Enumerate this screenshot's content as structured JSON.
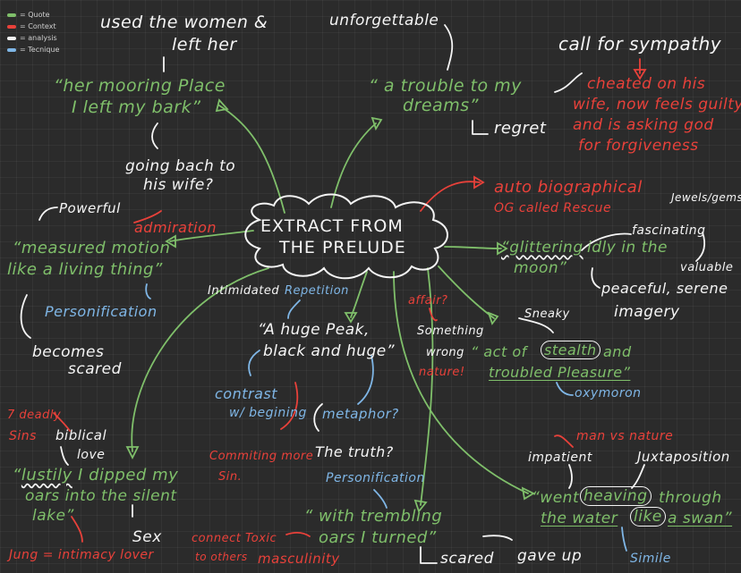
{
  "colors": {
    "quote": "#7fbf6a",
    "context": "#e8413a",
    "analysis": "#f5f5f5",
    "technique": "#7fb6e6",
    "background": "#2b2b2b"
  },
  "legend": {
    "quote": "= Quote",
    "context": "= Context",
    "analysis": "= analysis",
    "technique": "= Tecnique"
  },
  "center": {
    "line1": "EXTRACT FROM",
    "line2": "THE PRELUDE"
  },
  "top_left": {
    "used1": "used the women &",
    "used2": "left her",
    "quote1": "“her mooring Place",
    "quote2": "I left my bark”",
    "going1": "going bach to",
    "going2": "his wife?"
  },
  "top_middle": {
    "unforgettable": "unforgettable",
    "quote1": "“ a trouble to my",
    "quote2": "dreams”",
    "regret": "regret"
  },
  "top_right": {
    "call": "call for sympathy",
    "cheat1": "cheated on his",
    "cheat2": "wife, now feels guilty",
    "cheat3": "and is asking god",
    "cheat4": "for forgiveness"
  },
  "left_mid": {
    "powerful": "Powerful",
    "admiration": "admiration",
    "quote1": "“measured motion",
    "quote2": "like a living thing”",
    "personification": "Personification",
    "scared1": "becomes",
    "scared2": "scared"
  },
  "right_mid": {
    "auto1": "auto biographical",
    "auto2": "OG called Rescue",
    "jewels": "Jewels/gems",
    "fascinating": "fascinating",
    "quote_a": "“glittering",
    "quote_b": "idly in the",
    "quote_c": "moon”",
    "valuable": "valuable",
    "peaceful": "peaceful, serene",
    "imagery": "imagery"
  },
  "middle": {
    "intimidated": "Intimidated",
    "repetition": "Repetition",
    "peak1": "“A huge Peak,",
    "peak2": "black and huge”",
    "contrast1": "contrast",
    "contrast2": "w/ begining",
    "metaphor": "metaphor?",
    "truth": "The truth?"
  },
  "mid_right": {
    "affair": "affair?",
    "something": "Something",
    "wrong": "wrong",
    "nature": "nature!",
    "sneaky": "Sneaky",
    "stealth_pre": "“ act of",
    "stealth": "stealth",
    "stealth_post": "and",
    "troubled": "troubled Pleasure”",
    "oxymoron": "oxymoron"
  },
  "bottom_left": {
    "deadly1": "7 deadly",
    "deadly2": "Sins",
    "biblical": "biblical",
    "love": "love",
    "quote1_a": "“",
    "quote1_b": "lustily",
    "quote1_c": " I dipped my",
    "quote2": "oars into the silent",
    "quote3": "lake”",
    "sex": "Sex",
    "jung": "Jung = intimacy lover",
    "sin1": "Commiting more",
    "sin2": "Sin."
  },
  "bottom_middle": {
    "personification": "Personification",
    "quote1": "“ with trembling",
    "quote2": "oars I turned”",
    "connect1": "connect Toxic",
    "connect2": "to others",
    "masculinity": "masculinity",
    "scared": "scared",
    "gave_up": "gave up"
  },
  "bottom_right": {
    "man_nature": "man vs nature",
    "impatient": "impatient",
    "juxtaposition": "Juxtaposition",
    "quote1_a": "“went",
    "quote1_b": "heaving",
    "quote1_c": "through",
    "quote2_a": "the water",
    "quote2_b": "like",
    "quote2_c": "a swan”",
    "simile": "Simile"
  }
}
